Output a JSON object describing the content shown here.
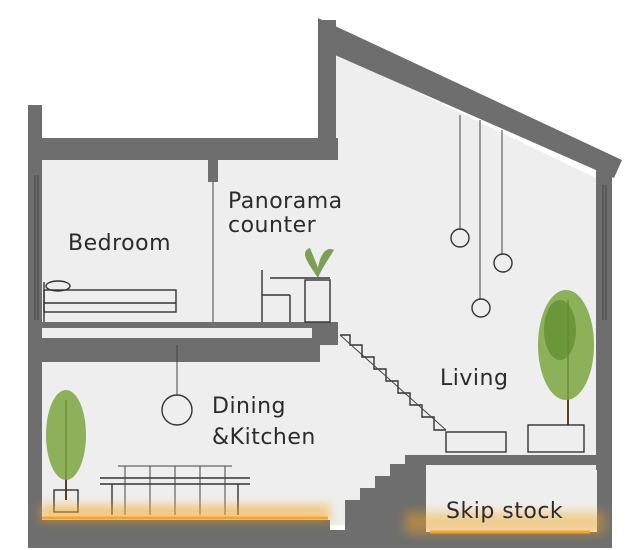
{
  "diagram": {
    "labels": {
      "bedroom": "Bedroom",
      "panorama_line1": "Panorama",
      "panorama_line2": "counter",
      "living": "Living",
      "dining_line1": "Dining",
      "dining_line2": "&Kitchen",
      "skip_stock": "Skip stock"
    },
    "colors": {
      "wall": "#6e6e6e",
      "room": "#eeeeee",
      "floor_light": "#f5a623",
      "foliage": "#6a8f3a",
      "ink": "#333333"
    }
  }
}
